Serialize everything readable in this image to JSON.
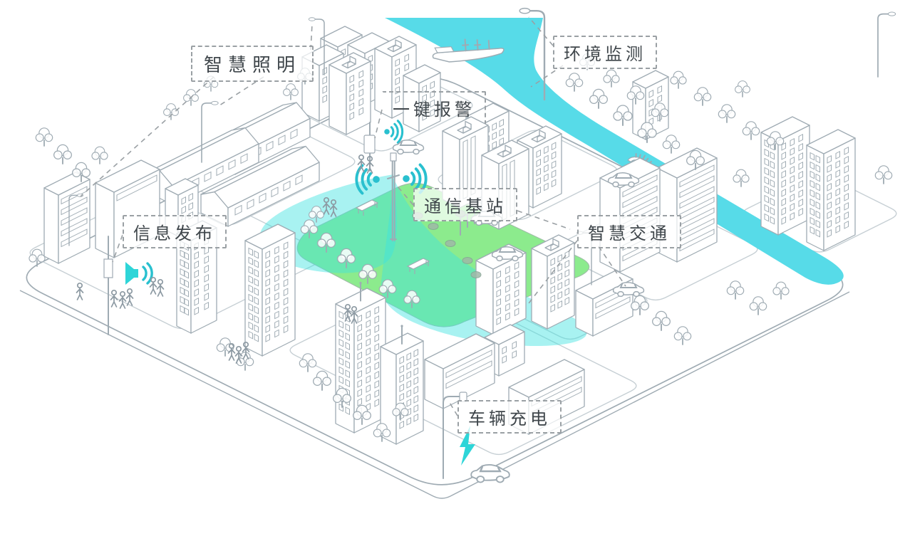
{
  "colors": {
    "outline": "#9fabb3",
    "river": "#57dbe8",
    "park_green": "#8ceb8d",
    "beam_cyan": "#3fe2df",
    "icon_teal": "#2ed5d8",
    "wifi_teal": "#29c0cf",
    "label_text": "#3f464b",
    "label_border": "#9aa0a4"
  },
  "labels": {
    "smart_lighting": "智慧照明",
    "environment_monitoring": "环境监测",
    "one_key_alarm": "一键报警",
    "communication_base_station": "通信基站",
    "smart_traffic": "智慧交通",
    "information_release": "信息发布",
    "vehicle_charging": "车辆充电"
  },
  "icons": {
    "wifi_signal": "concentric-teal-arcs-with-dot",
    "loudspeaker": "teal-horn-with-sound-waves",
    "lightning_bolt": "teal-zigzag-bolt",
    "ship": "outlined-cargo-ship-on-river"
  }
}
